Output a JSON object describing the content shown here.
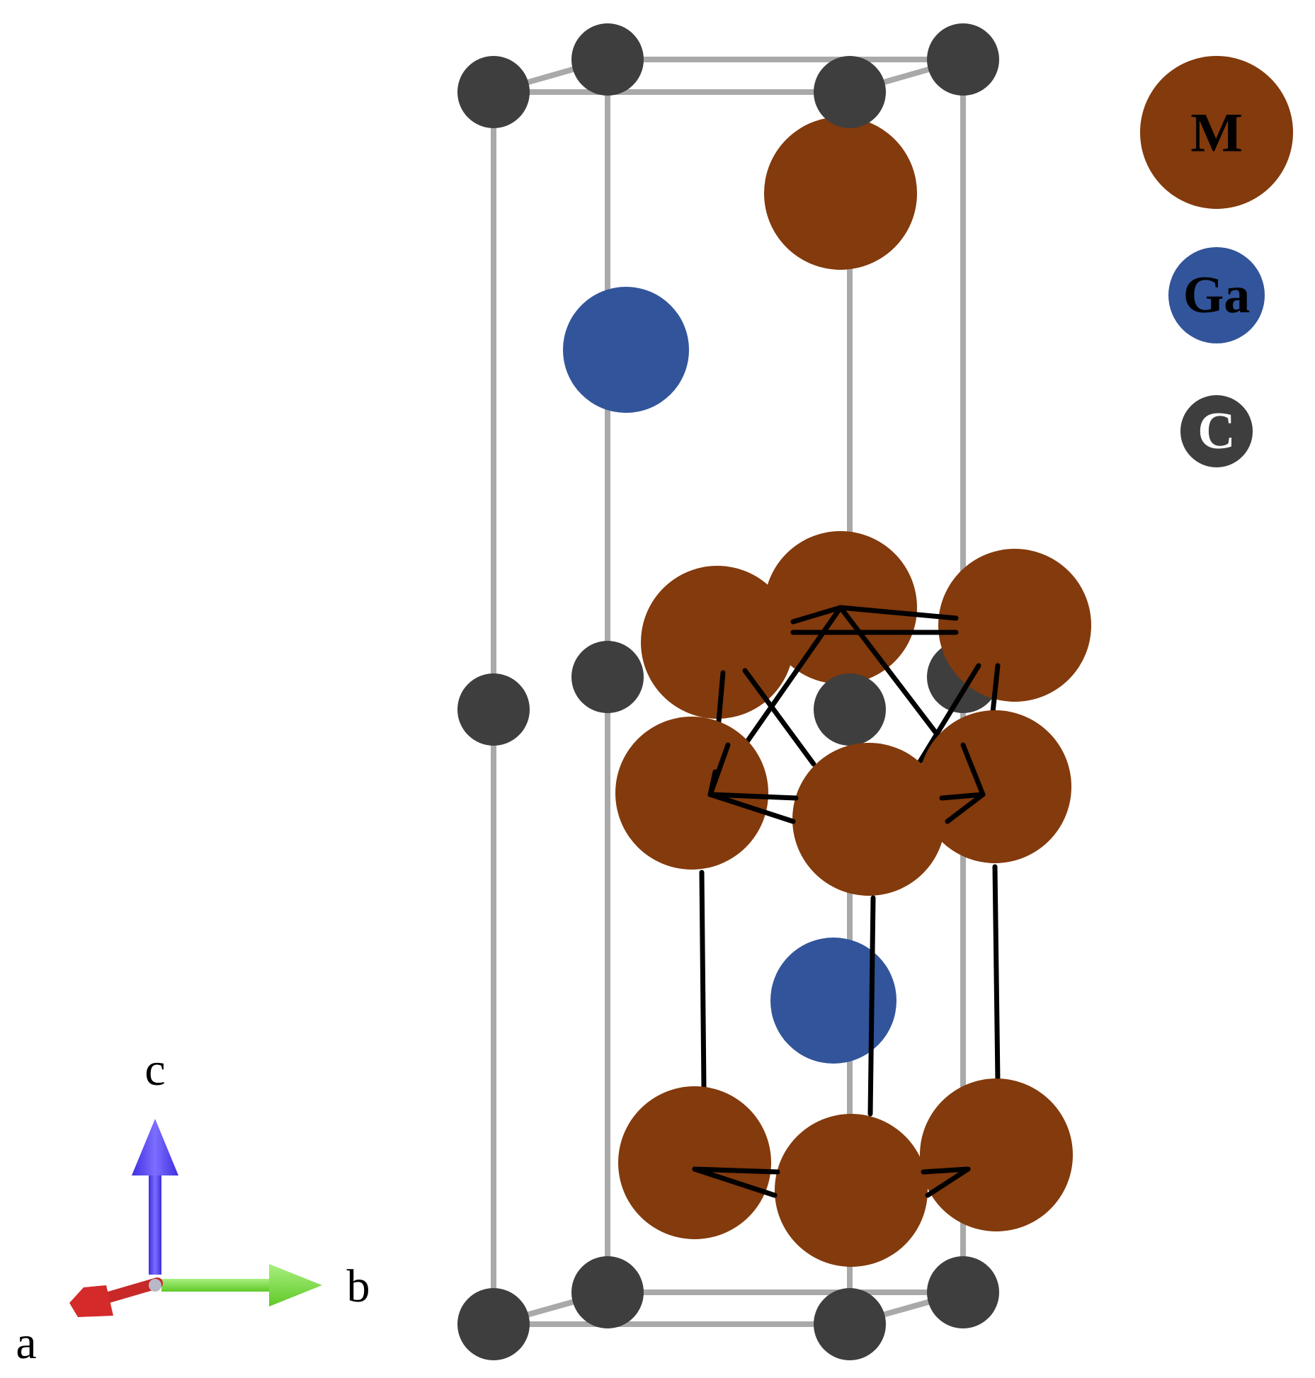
{
  "legend": {
    "items": [
      {
        "label": "M",
        "color": "#833A0C"
      },
      {
        "label": "Ga",
        "color": "#32549A"
      },
      {
        "label": "C",
        "color": "#3E3E3E"
      }
    ]
  },
  "axes": {
    "a": {
      "label": "a",
      "color": "#D42A2A"
    },
    "b": {
      "label": "b",
      "color": "#7FE040"
    },
    "c": {
      "label": "c",
      "color": "#5A4CF0"
    }
  },
  "colors": {
    "cell_edge": "#A9A9A9",
    "bond": "#000000",
    "m_atom": "#833A0C",
    "ga_atom": "#32549A",
    "c_atom": "#3E3E3E"
  }
}
